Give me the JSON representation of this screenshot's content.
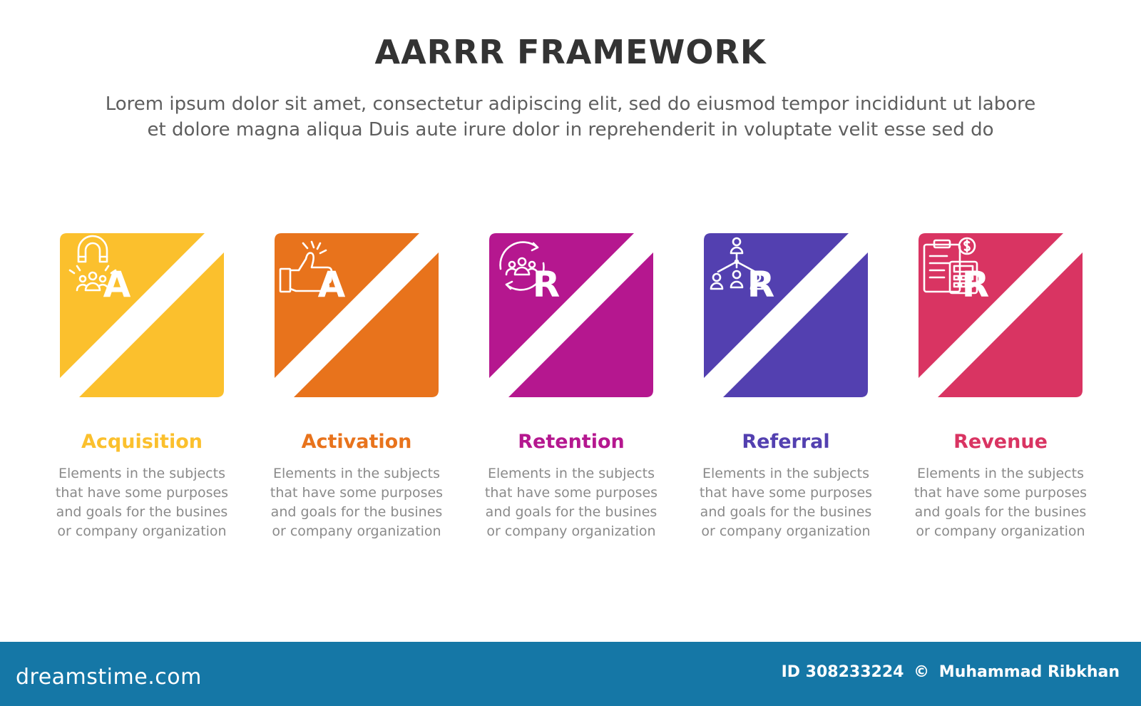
{
  "title": "AARRR FRAMEWORK",
  "subtitle": {
    "line1": "Lorem ipsum dolor sit amet, consectetur adipiscing elit, sed do eiusmod tempor incididunt ut labore",
    "line2": "et dolore magna aliqua Duis aute irure dolor in reprehenderit in voluptate velit esse sed do"
  },
  "stages": [
    {
      "letter": "A",
      "name": "Acquisition",
      "color": "#fbc02d",
      "icon": "magnet-people-icon",
      "desc": [
        "Elements in the subjects",
        "that have some purposes",
        "and goals for the  busines",
        "or company organization"
      ]
    },
    {
      "letter": "A",
      "name": "Activation",
      "color": "#e8731c",
      "icon": "thumbs-up-icon",
      "desc": [
        "Elements in the subjects",
        "that have some purposes",
        "and goals for the  busines",
        "or company organization"
      ]
    },
    {
      "letter": "R",
      "name": "Retention",
      "color": "#b5178f",
      "icon": "people-cycle-icon",
      "desc": [
        "Elements in the subjects",
        "that have some purposes",
        "and goals for the  busines",
        "or company organization"
      ]
    },
    {
      "letter": "R",
      "name": "Referral",
      "color": "#5340b0",
      "icon": "referral-network-icon",
      "desc": [
        "Elements in the subjects",
        "that have some purposes",
        "and goals for the  busines",
        "or company organization"
      ]
    },
    {
      "letter": "R",
      "name": "Revenue",
      "color": "#d93462",
      "icon": "invoice-calculator-icon",
      "desc": [
        "Elements in the subjects",
        "that have some purposes",
        "and goals for the  busines",
        "or company organization"
      ]
    }
  ],
  "footer": {
    "logo": "dreamstime.com",
    "id_text": "ID 308233224",
    "copyright": "©",
    "author": "Muhammad Ribkhan",
    "background": "#1577a6"
  }
}
